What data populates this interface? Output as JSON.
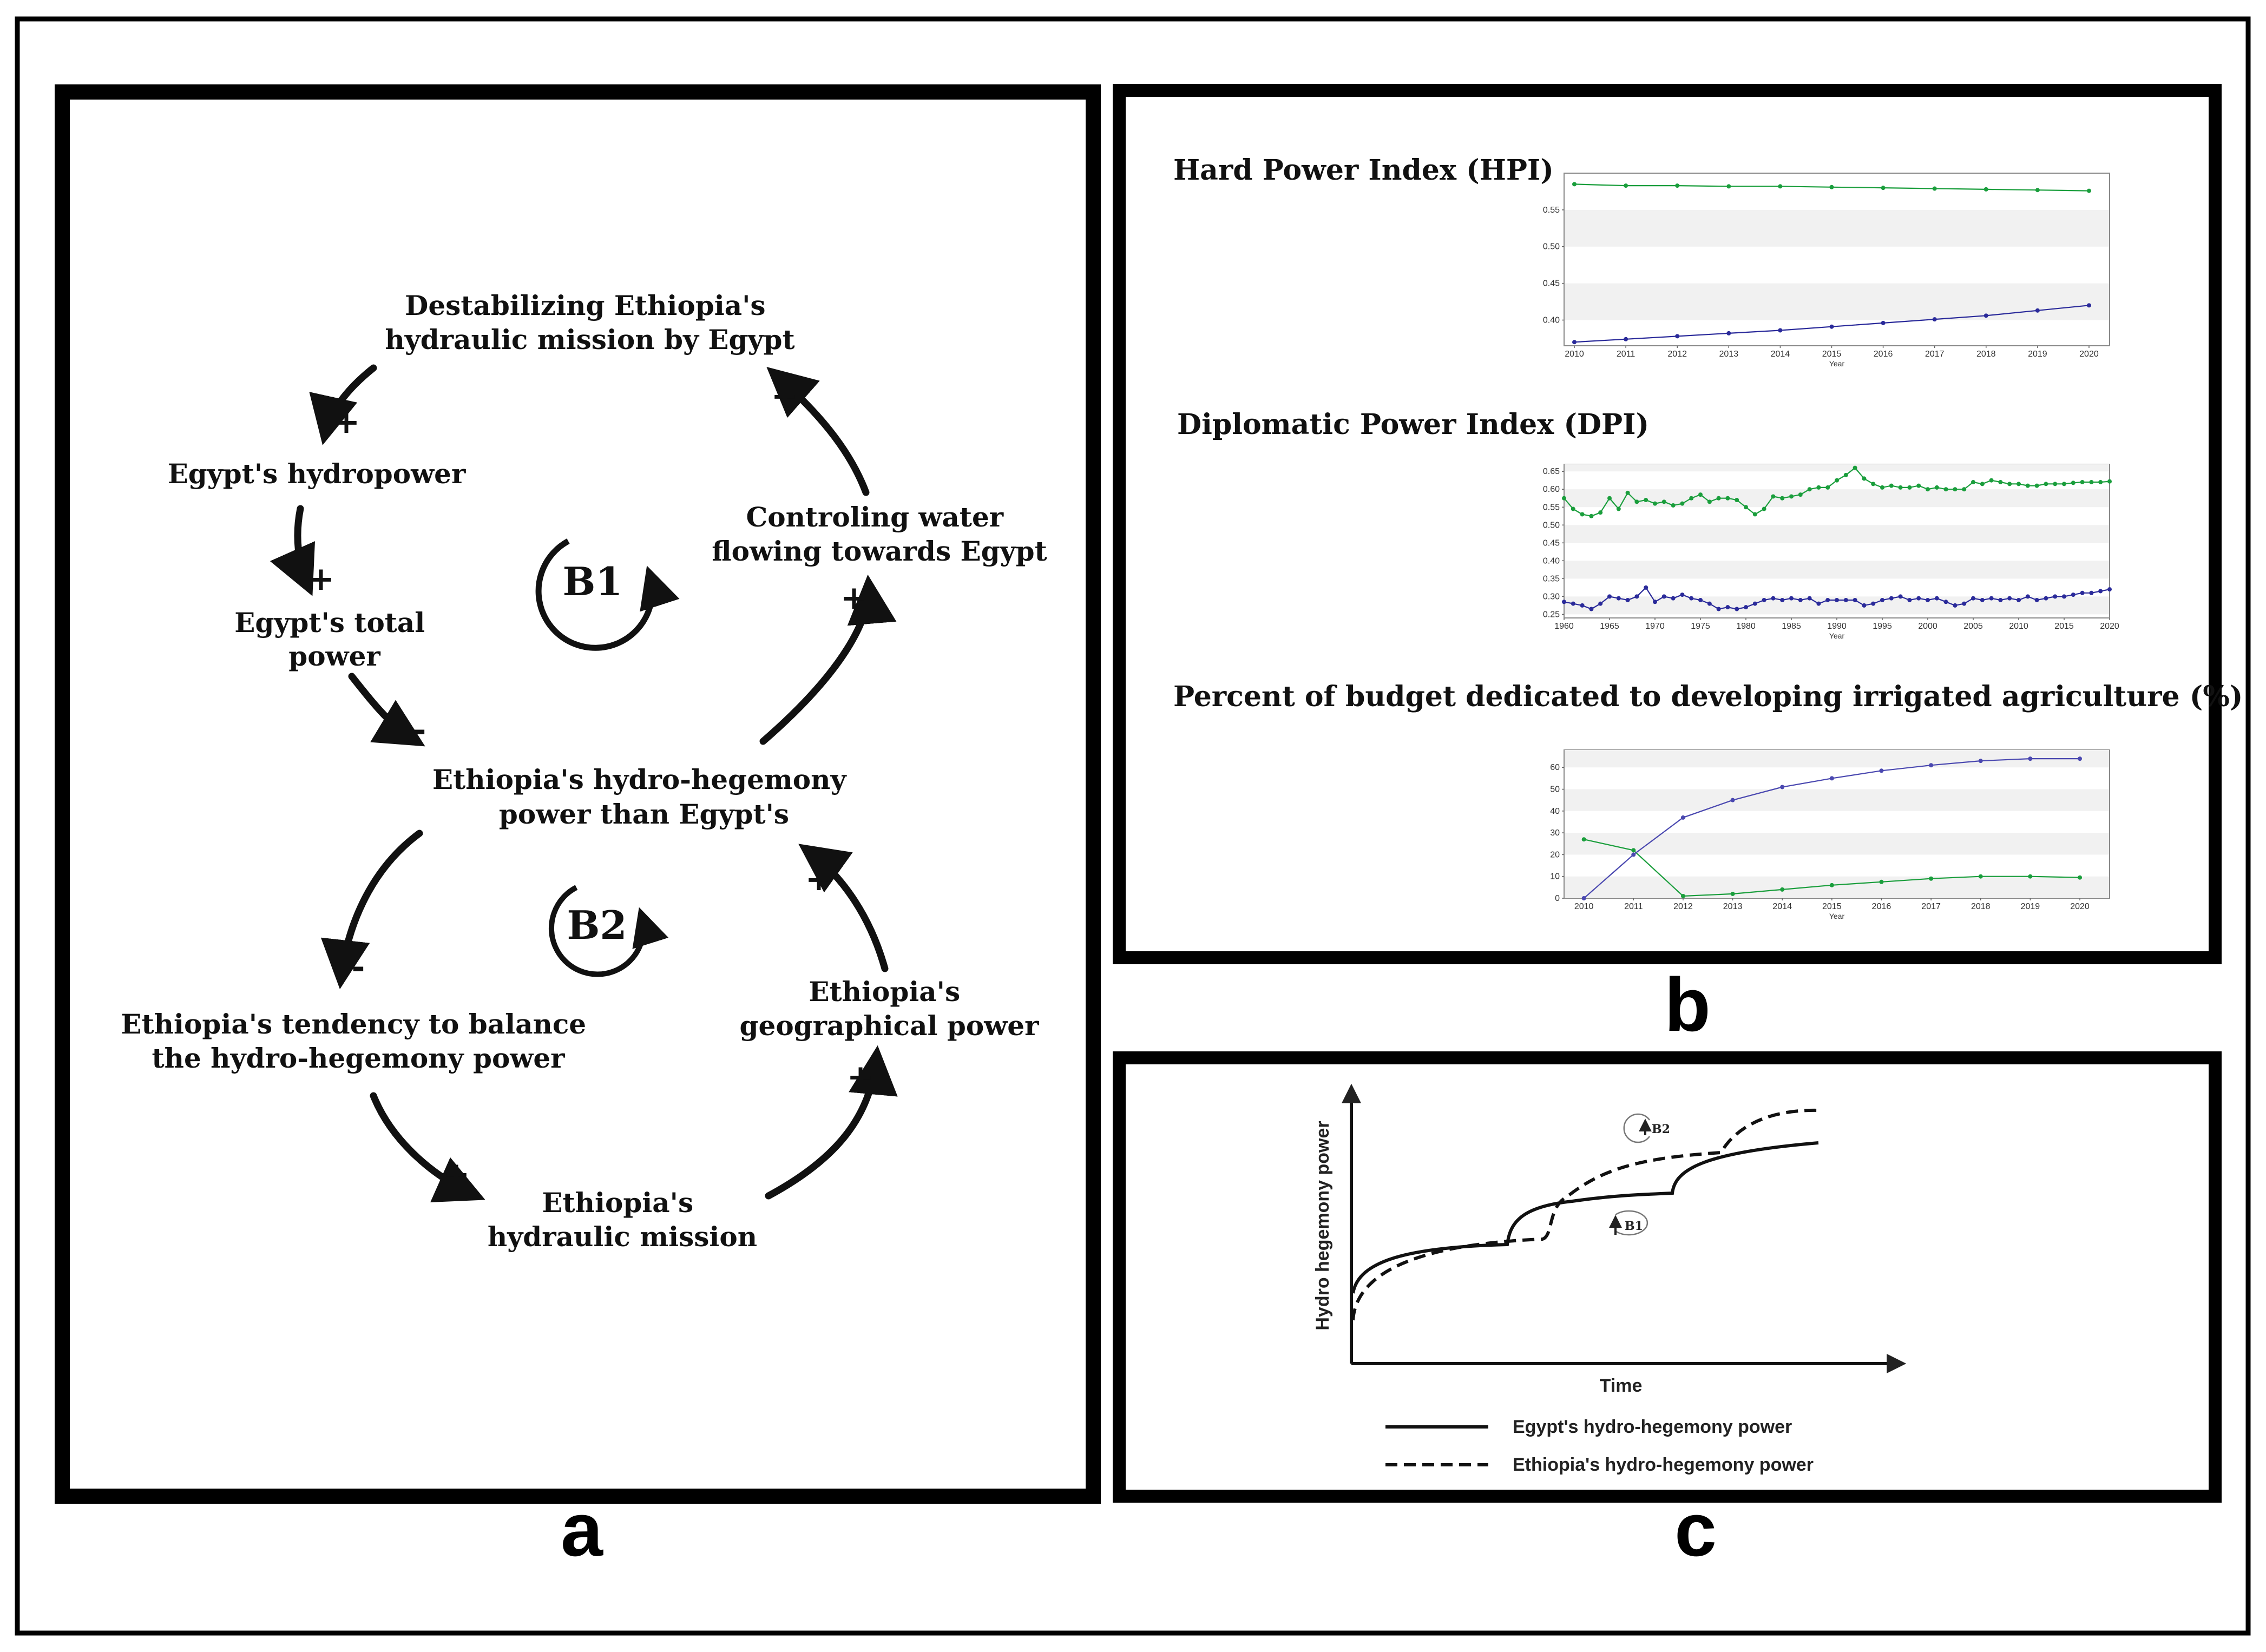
{
  "panel_labels": {
    "a": "a",
    "b": "b",
    "c": "c"
  },
  "causal_loop": {
    "nodes": {
      "destabilizing": [
        "Destabilizing Ethiopia's",
        "hydraulic mission by Egypt"
      ],
      "egypt_hydropower": [
        "Egypt's hydropower"
      ],
      "egypt_total_power": [
        "Egypt's total",
        "power"
      ],
      "controlling_water": [
        "Controling water",
        "flowing towards Egypt"
      ],
      "hydro_hegemony": [
        "Ethiopia's hydro-hegemony",
        "power than Egypt's"
      ],
      "tendency_balance": [
        "Ethiopia's tendency to balance",
        "the hydro-hegemony power"
      ],
      "geographical_power": [
        "Ethiopia's",
        "geographical power"
      ],
      "hydraulic_mission": [
        "Ethiopia's",
        "hydraulic mission"
      ]
    },
    "signs": {
      "destab_to_hydropower": "+",
      "hydropower_to_total": "+",
      "total_to_hegemony": "-",
      "hegemony_to_controlling": "+",
      "controlling_to_destab": "+",
      "hegemony_to_tendency": "-",
      "tendency_to_mission": "+",
      "mission_to_geo": "+",
      "geo_to_hegemony": "+"
    },
    "loops": {
      "b1": "B1",
      "b2": "B2"
    }
  },
  "chart_data": [
    {
      "type": "line",
      "title": "Hard Power Index (HPI)",
      "xlabel": "Year",
      "ylabel": "",
      "x": [
        2010,
        2011,
        2012,
        2013,
        2014,
        2015,
        2016,
        2017,
        2018,
        2019,
        2020
      ],
      "xticks": [
        2010,
        2011,
        2012,
        2013,
        2014,
        2015,
        2016,
        2017,
        2018,
        2019,
        2020
      ],
      "yticks": [
        0.4,
        0.45,
        0.5,
        0.55
      ],
      "xlim": [
        2009.8,
        2020.4
      ],
      "ylim": [
        0.365,
        0.6
      ],
      "grid": "horizontal bands",
      "series": [
        {
          "color": "#1a9e3c",
          "values": [
            0.585,
            0.583,
            0.583,
            0.582,
            0.582,
            0.581,
            0.58,
            0.579,
            0.578,
            0.577,
            0.576
          ]
        },
        {
          "color": "#2a2a9a",
          "values": [
            0.37,
            0.374,
            0.378,
            0.382,
            0.386,
            0.391,
            0.396,
            0.401,
            0.406,
            0.413,
            0.42
          ]
        }
      ]
    },
    {
      "type": "line",
      "title": "Diplomatic Power Index (DPI)",
      "xlabel": "Year",
      "ylabel": "",
      "x": [
        1960,
        1961,
        1962,
        1963,
        1964,
        1965,
        1966,
        1967,
        1968,
        1969,
        1970,
        1971,
        1972,
        1973,
        1974,
        1975,
        1976,
        1977,
        1978,
        1979,
        1980,
        1981,
        1982,
        1983,
        1984,
        1985,
        1986,
        1987,
        1988,
        1989,
        1990,
        1991,
        1992,
        1993,
        1994,
        1995,
        1996,
        1997,
        1998,
        1999,
        2000,
        2001,
        2002,
        2003,
        2004,
        2005,
        2006,
        2007,
        2008,
        2009,
        2010,
        2011,
        2012,
        2013,
        2014,
        2015,
        2016,
        2017,
        2018,
        2019,
        2020
      ],
      "xticks": [
        1960,
        1965,
        1970,
        1975,
        1980,
        1985,
        1990,
        1995,
        2000,
        2005,
        2010,
        2015,
        2020
      ],
      "yticks": [
        0.25,
        0.3,
        0.35,
        0.4,
        0.45,
        0.5,
        0.55,
        0.6,
        0.65
      ],
      "xlim": [
        1960,
        2020
      ],
      "ylim": [
        0.24,
        0.67
      ],
      "grid": "horizontal bands",
      "series": [
        {
          "color": "#1a9e3c",
          "values": [
            0.575,
            0.545,
            0.53,
            0.525,
            0.535,
            0.575,
            0.545,
            0.59,
            0.565,
            0.57,
            0.56,
            0.565,
            0.555,
            0.56,
            0.575,
            0.585,
            0.565,
            0.575,
            0.575,
            0.57,
            0.55,
            0.53,
            0.545,
            0.58,
            0.575,
            0.58,
            0.585,
            0.6,
            0.605,
            0.605,
            0.625,
            0.64,
            0.66,
            0.63,
            0.615,
            0.605,
            0.61,
            0.605,
            0.605,
            0.61,
            0.6,
            0.605,
            0.6,
            0.6,
            0.6,
            0.62,
            0.615,
            0.625,
            0.62,
            0.615,
            0.615,
            0.61,
            0.61,
            0.615,
            0.615,
            0.615,
            0.618,
            0.62,
            0.62,
            0.62,
            0.622
          ]
        },
        {
          "color": "#2a2a9a",
          "values": [
            0.285,
            0.28,
            0.275,
            0.265,
            0.28,
            0.3,
            0.295,
            0.29,
            0.3,
            0.325,
            0.285,
            0.3,
            0.295,
            0.305,
            0.295,
            0.29,
            0.28,
            0.265,
            0.27,
            0.265,
            0.27,
            0.28,
            0.29,
            0.295,
            0.29,
            0.295,
            0.29,
            0.295,
            0.28,
            0.29,
            0.29,
            0.29,
            0.29,
            0.275,
            0.28,
            0.29,
            0.295,
            0.3,
            0.29,
            0.295,
            0.29,
            0.295,
            0.285,
            0.275,
            0.28,
            0.295,
            0.29,
            0.295,
            0.29,
            0.295,
            0.29,
            0.3,
            0.29,
            0.295,
            0.3,
            0.3,
            0.305,
            0.31,
            0.31,
            0.315,
            0.32
          ]
        }
      ]
    },
    {
      "type": "line",
      "title": "Percent of budget dedicated to developing irrigated agriculture (%)",
      "xlabel": "Year",
      "ylabel": "",
      "x": [
        2010,
        2011,
        2012,
        2013,
        2014,
        2015,
        2016,
        2017,
        2018,
        2019,
        2020
      ],
      "xticks": [
        2010,
        2011,
        2012,
        2013,
        2014,
        2015,
        2016,
        2017,
        2018,
        2019,
        2020
      ],
      "yticks": [
        0,
        10,
        20,
        30,
        40,
        50,
        60
      ],
      "xlim": [
        2009.6,
        2020.6
      ],
      "ylim": [
        0,
        68
      ],
      "grid": "horizontal bands",
      "series": [
        {
          "color": "#1a9e3c",
          "values": [
            27,
            22,
            1,
            2,
            4,
            6,
            7.5,
            9,
            10,
            10,
            9.5
          ]
        },
        {
          "color": "#4a48b0",
          "values": [
            0,
            20,
            37,
            45,
            51,
            55,
            58.5,
            61,
            63,
            64,
            64
          ]
        }
      ]
    }
  ],
  "behavior_graph": {
    "y_label": "Hydro hegemony power",
    "x_label": "Time",
    "loop_b1": "B1",
    "loop_b2": "B2",
    "legend": [
      {
        "label": "Egypt's hydro-hegemony power",
        "style": "solid"
      },
      {
        "label": "Ethiopia's hydro-hegemony power",
        "style": "dashed"
      }
    ]
  }
}
